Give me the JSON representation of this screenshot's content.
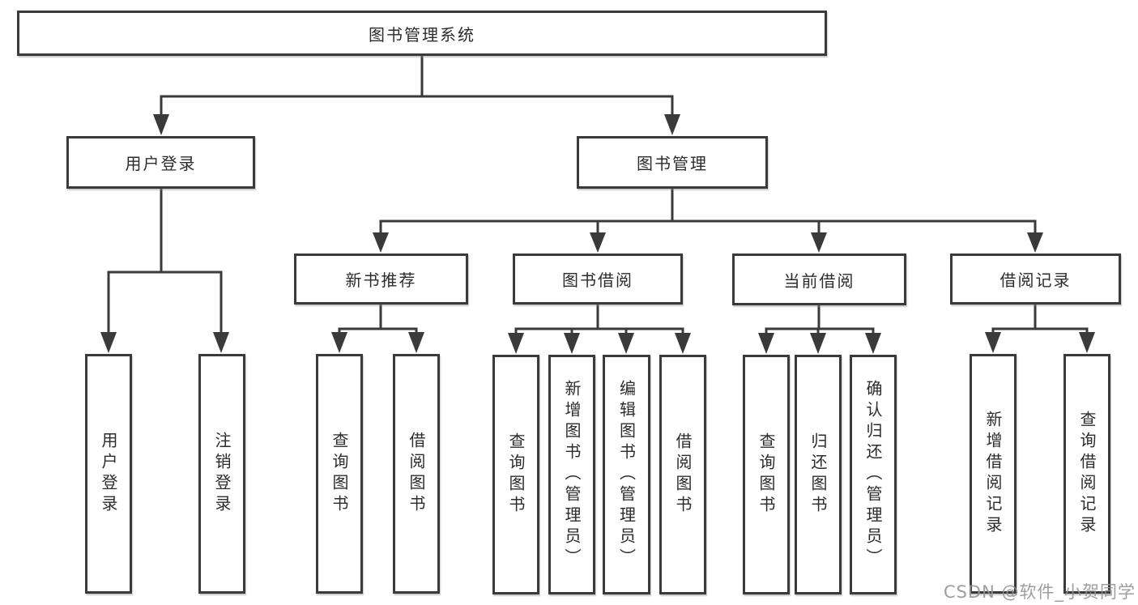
{
  "diagram": {
    "type": "hierarchy-tree",
    "title": "图书管理系统",
    "watermark": "CSDN @软件_小贺同学",
    "colors": {
      "line": "#3a3a3a",
      "box_border": "#3a3a3a",
      "box_background": "#ffffff",
      "text": "#2c2c2c",
      "watermark": "#949494"
    },
    "nodes": {
      "root": {
        "label": "图书管理系统",
        "level": 1
      },
      "user_login": {
        "label": "用户登录",
        "level": 2,
        "parent": "root"
      },
      "book_mgmt": {
        "label": "图书管理",
        "level": 2,
        "parent": "root"
      },
      "new_book_rec": {
        "label": "新书推荐",
        "level": 3,
        "parent": "book_mgmt"
      },
      "book_borrow": {
        "label": "图书借阅",
        "level": 3,
        "parent": "book_mgmt"
      },
      "current_borrow": {
        "label": "当前借阅",
        "level": 3,
        "parent": "book_mgmt"
      },
      "borrow_records": {
        "label": "借阅记录",
        "level": 3,
        "parent": "book_mgmt"
      },
      "login": {
        "label": "用户登录",
        "level": 4,
        "parent": "user_login"
      },
      "logout": {
        "label": "注销登录",
        "level": 4,
        "parent": "user_login"
      },
      "rec_query_books": {
        "label": "查询图书",
        "level": 4,
        "parent": "new_book_rec"
      },
      "rec_borrow_books": {
        "label": "借阅图书",
        "level": 4,
        "parent": "new_book_rec"
      },
      "bb_query_books": {
        "label": "查询图书",
        "level": 4,
        "parent": "book_borrow"
      },
      "bb_add_books": {
        "label": "新增图书（管理员）",
        "level": 4,
        "parent": "book_borrow"
      },
      "bb_edit_books": {
        "label": "编辑图书（管理员）",
        "level": 4,
        "parent": "book_borrow"
      },
      "bb_borrow_books": {
        "label": "借阅图书",
        "level": 4,
        "parent": "book_borrow"
      },
      "cb_query_books": {
        "label": "查询图书",
        "level": 4,
        "parent": "current_borrow"
      },
      "cb_return_books": {
        "label": "归还图书",
        "level": 4,
        "parent": "current_borrow"
      },
      "cb_confirm_return": {
        "label": "确认归还（管理员）",
        "level": 4,
        "parent": "current_borrow"
      },
      "br_add_record": {
        "label": "新增借阅记录",
        "level": 4,
        "parent": "borrow_records"
      },
      "br_query_record": {
        "label": "查询借阅记录",
        "level": 4,
        "parent": "borrow_records"
      }
    }
  }
}
